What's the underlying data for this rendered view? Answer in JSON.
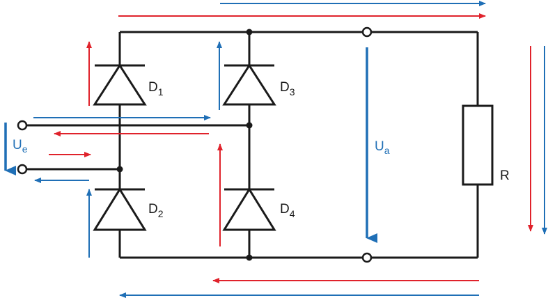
{
  "labels": {
    "d1": {
      "main": "D",
      "sub": "1"
    },
    "d2": {
      "main": "D",
      "sub": "2"
    },
    "d3": {
      "main": "D",
      "sub": "3"
    },
    "d4": {
      "main": "D",
      "sub": "4"
    },
    "r": "R",
    "ue": {
      "main": "U",
      "sub": "e"
    },
    "ua": {
      "main": "U",
      "sub": "a"
    }
  },
  "colors": {
    "wire": "#1a1a1a",
    "red_arrow": "#e0222b",
    "blue_arrow": "#1f6fb6"
  },
  "icons": {
    "diode": "diode-symbol",
    "resistor": "resistor-symbol",
    "terminal": "open-circle-terminal",
    "node": "filled-dot-junction"
  }
}
